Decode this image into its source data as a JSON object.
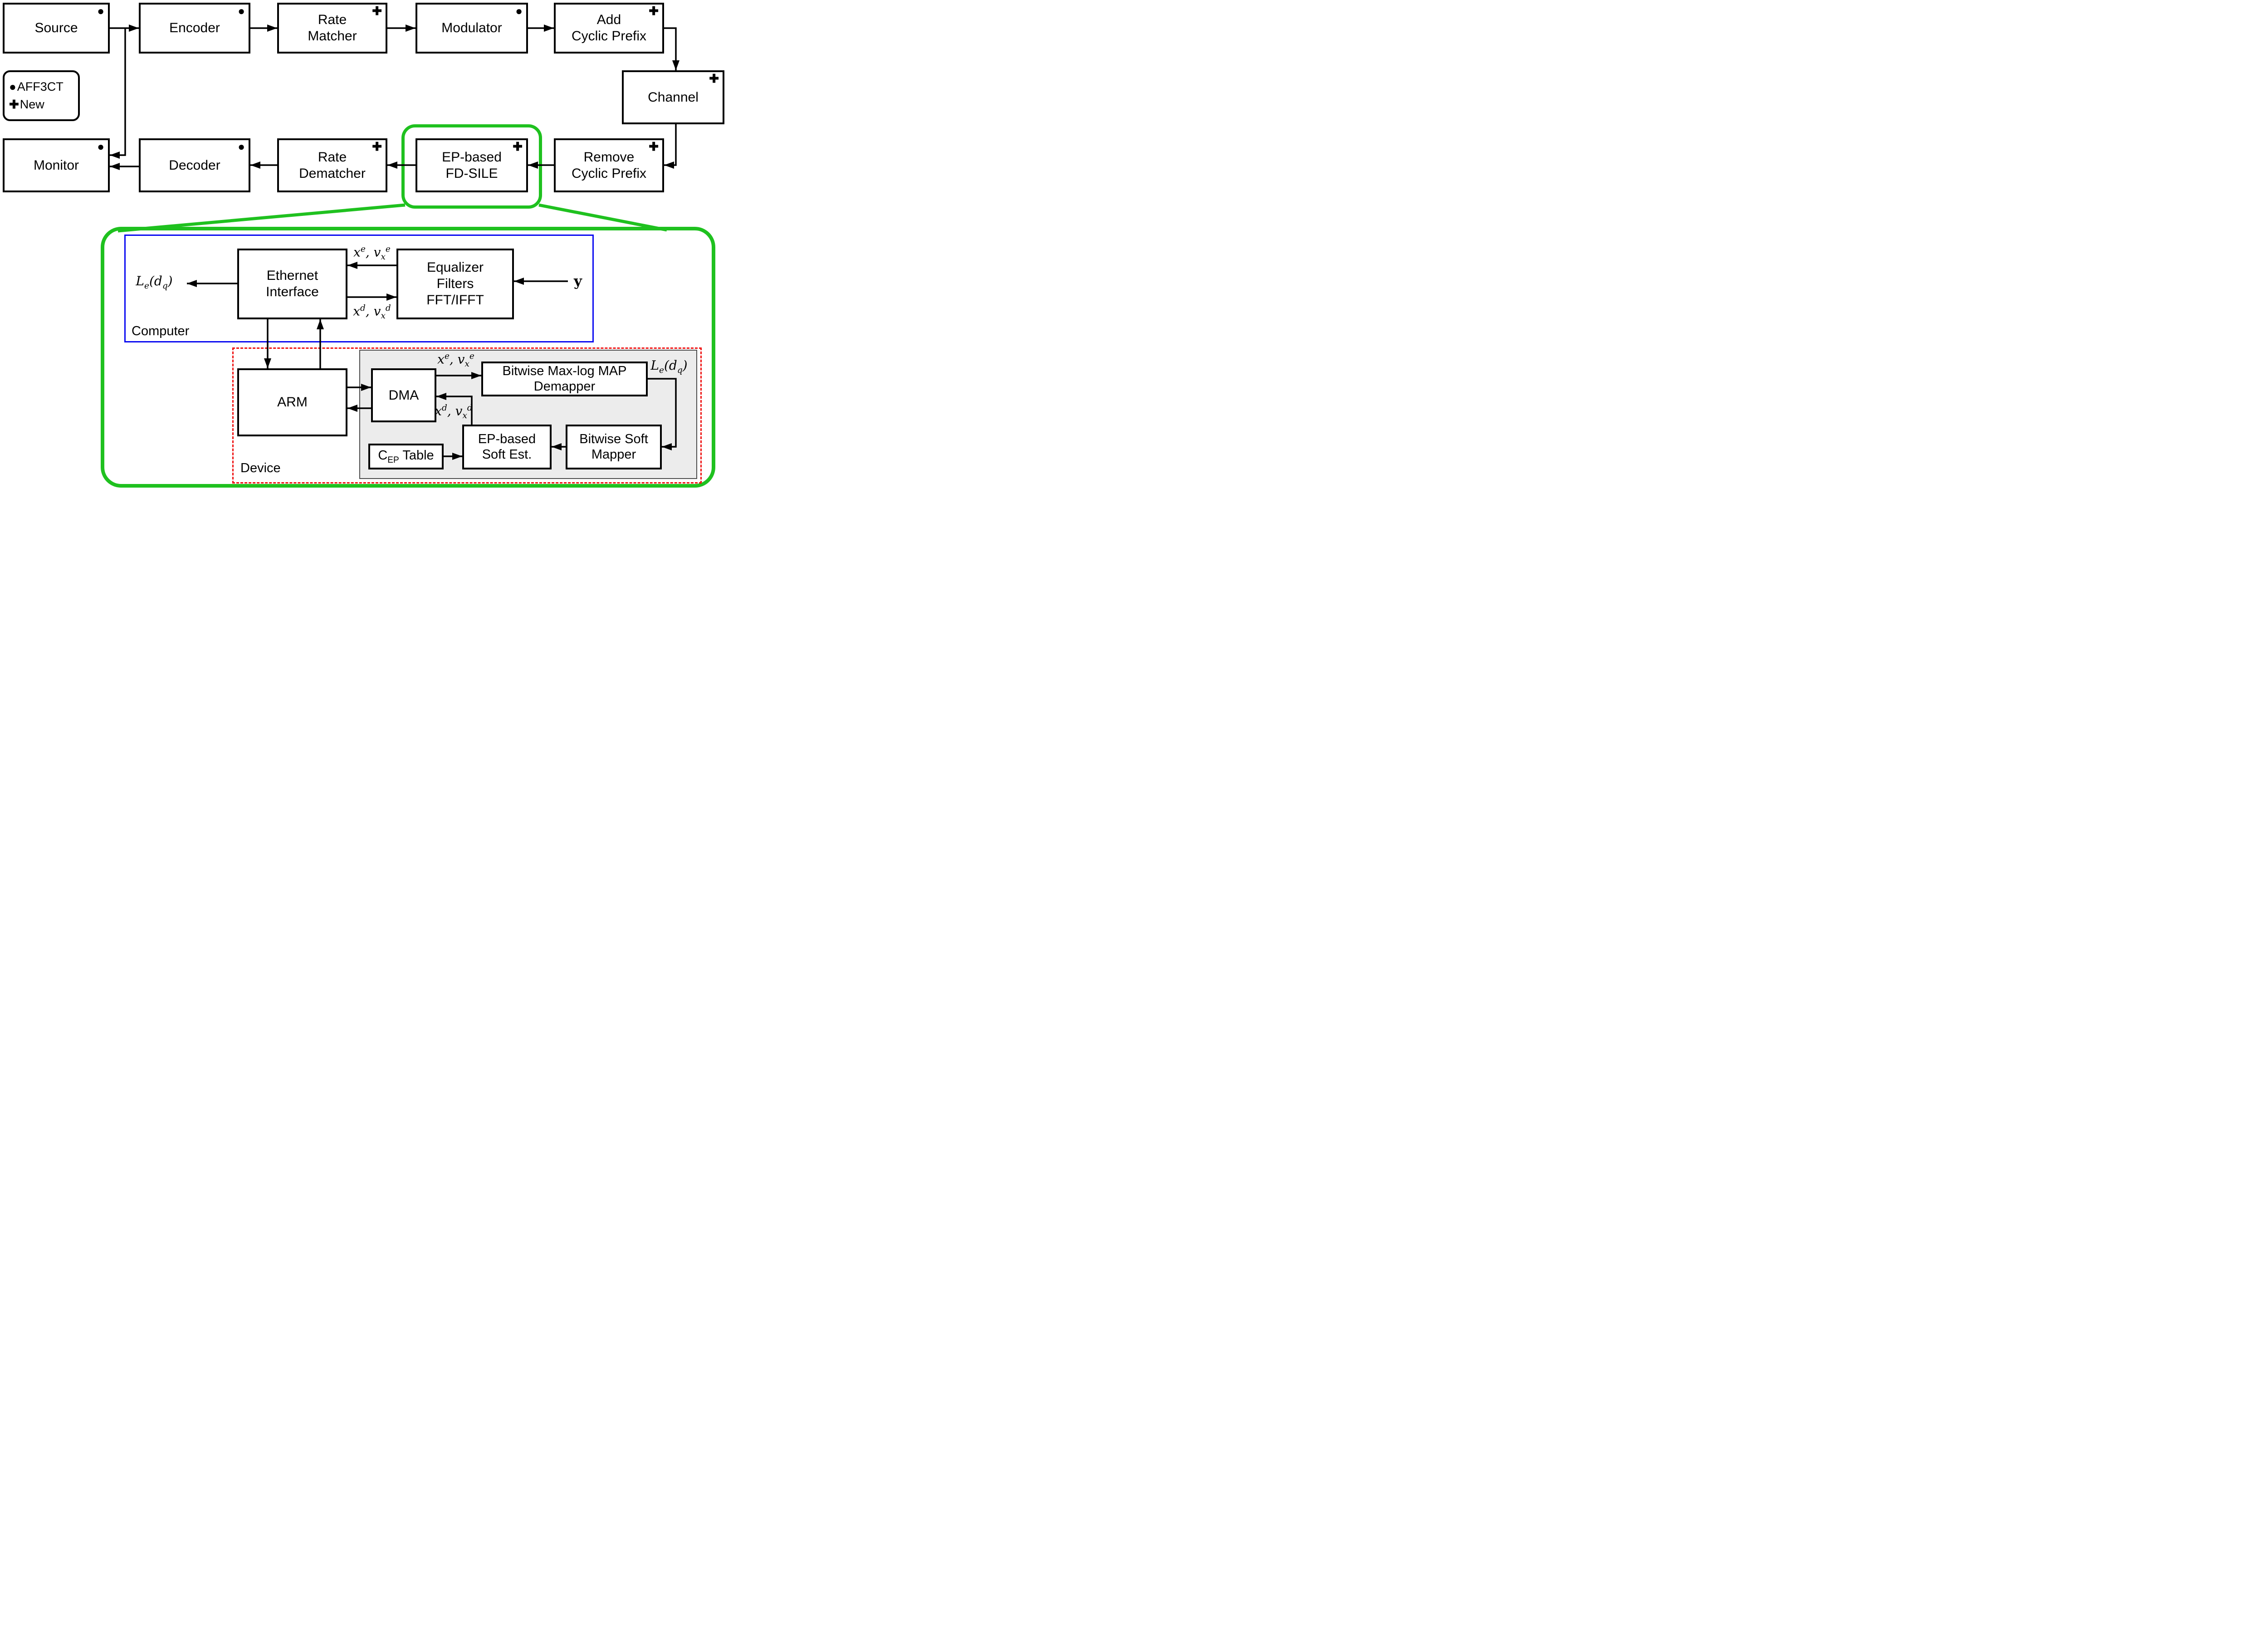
{
  "legend": {
    "items": [
      {
        "symbol": "●",
        "label": "AFF3CT"
      },
      {
        "symbol": "✚",
        "label": "New"
      }
    ]
  },
  "chain": {
    "blocks": [
      {
        "id": "source",
        "label": "Source",
        "marker": "●"
      },
      {
        "id": "encoder",
        "label": "Encoder",
        "marker": "●"
      },
      {
        "id": "rate-matcher",
        "label": "Rate\nMatcher",
        "marker": "✚"
      },
      {
        "id": "modulator",
        "label": "Modulator",
        "marker": "●"
      },
      {
        "id": "add-cyclic-prefix",
        "label": "Add\nCyclic Prefix",
        "marker": "✚"
      },
      {
        "id": "channel",
        "label": "Channel",
        "marker": "✚"
      },
      {
        "id": "remove-cyclic-prefix",
        "label": "Remove\nCyclic Prefix",
        "marker": "✚"
      },
      {
        "id": "ep-based-fd-sile",
        "label": "EP-based\nFD-SILE",
        "marker": "✚"
      },
      {
        "id": "rate-dematcher",
        "label": "Rate\nDematcher",
        "marker": "✚"
      },
      {
        "id": "decoder",
        "label": "Decoder",
        "marker": "●"
      },
      {
        "id": "monitor",
        "label": "Monitor",
        "marker": "●"
      }
    ]
  },
  "detail": {
    "computer": {
      "label": "Computer",
      "ethernet": "Ethernet\nInterface",
      "equalizer": "Equalizer\nFilters\nFFT/IFFT",
      "out_label": "L_e(d_q)",
      "in_label": "y",
      "sig_e": "x^e, v_x^e",
      "sig_d": "x^d, v_x^d"
    },
    "device": {
      "label": "Device",
      "arm": "ARM",
      "dma": "DMA",
      "demapper": "Bitwise Max-log MAP\nDemapper",
      "soft_mapper": "Bitwise Soft\nMapper",
      "soft_est": "EP-based\nSoft Est.",
      "cep_table": "C_EP Table",
      "sig_e": "x^e, v_x^e",
      "sig_d": "x^d, v_x^d",
      "llr": "L_e(d_q)"
    }
  },
  "colors": {
    "highlight_green": "#1fc11f",
    "computer_blue": "#0a0af0",
    "device_red": "#ee1111",
    "fpga_fill": "#ececec",
    "fpga_border": "#4d4d4d"
  }
}
